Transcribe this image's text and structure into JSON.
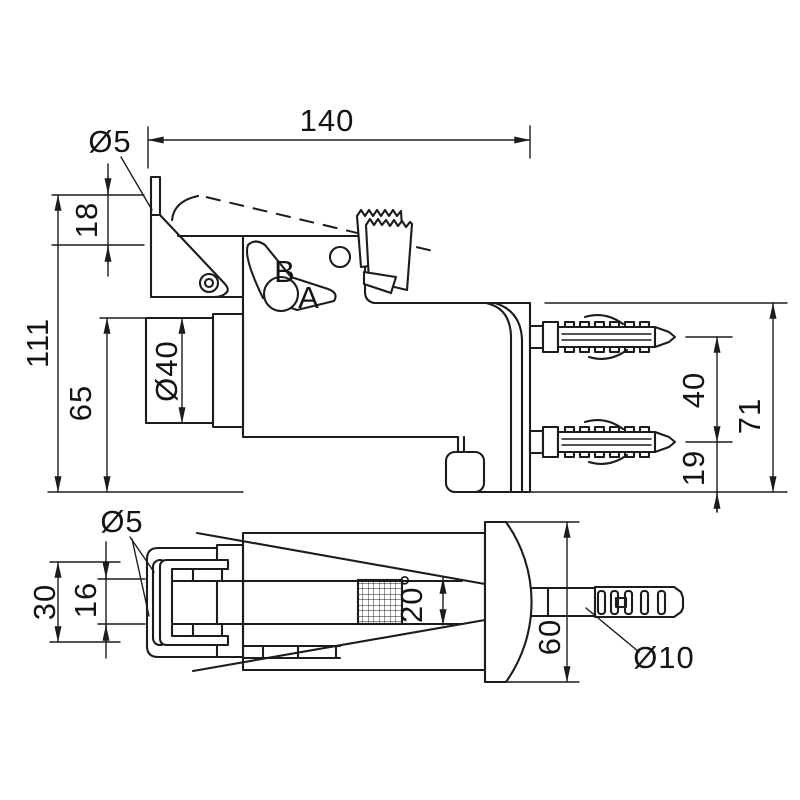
{
  "drawing": {
    "background_color": "#ffffff",
    "line_color": "#1c1c1c",
    "text_color": "#141414",
    "side_view": {
      "dim_overall_width": "140",
      "dim_pin_diameter": "Ø5",
      "dim_flap_height": "18",
      "dim_total_height": "111",
      "dim_body_height": "65",
      "dim_cylinder_diameter": "Ø40",
      "dim_anchor_spacing": "40",
      "dim_plate_height": "71",
      "dim_lower_anchor_offset": "19",
      "label_position_b": "B",
      "label_position_a": "A"
    },
    "plan_view": {
      "dim_hole_diameter": "Ø5",
      "dim_outer_width": "30",
      "dim_inner_width": "16",
      "dim_cone_angle": "20°",
      "dim_bell_diameter": "60",
      "dim_dowel_diameter": "Ø10"
    }
  }
}
